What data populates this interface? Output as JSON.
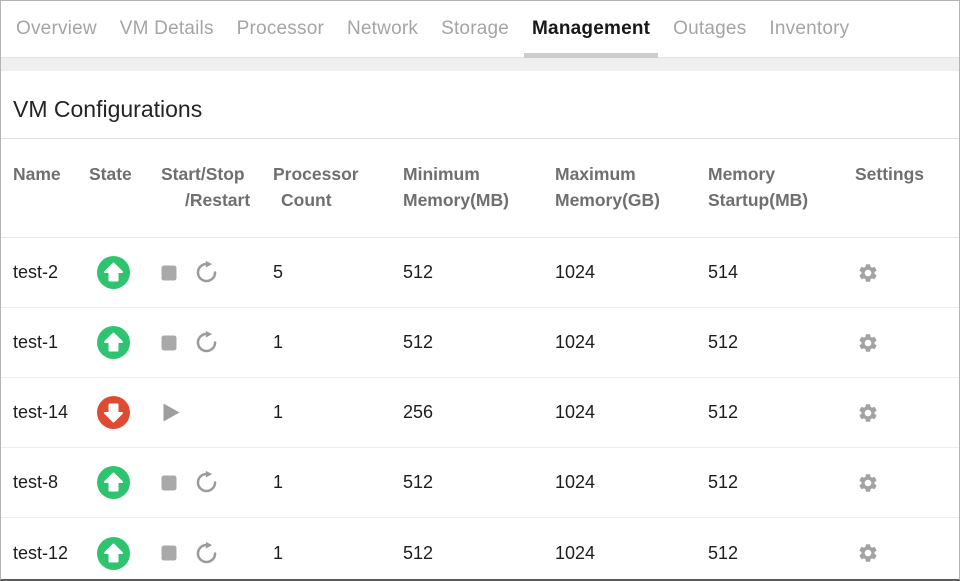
{
  "tabs": {
    "items": [
      {
        "label": "Overview",
        "active": false
      },
      {
        "label": "VM Details",
        "active": false
      },
      {
        "label": "Processor",
        "active": false
      },
      {
        "label": "Network",
        "active": false
      },
      {
        "label": "Storage",
        "active": false
      },
      {
        "label": "Management",
        "active": true
      },
      {
        "label": "Outages",
        "active": false
      },
      {
        "label": "Inventory",
        "active": false
      }
    ]
  },
  "section": {
    "title": "VM Configurations"
  },
  "table": {
    "headers": [
      {
        "line1": "Name",
        "line2": ""
      },
      {
        "line1": "State",
        "line2": ""
      },
      {
        "line1": "Start/Stop",
        "line2": "/Restart"
      },
      {
        "line1": "Processor",
        "line2": "Count"
      },
      {
        "line1": "Minimum",
        "line2": "Memory(MB)"
      },
      {
        "line1": "Maximum",
        "line2": "Memory(GB)"
      },
      {
        "line1": "Memory",
        "line2": "Startup(MB)"
      },
      {
        "line1": "Settings",
        "line2": ""
      }
    ],
    "rows": [
      {
        "name": "test-2",
        "state": "up",
        "controls": [
          "stop",
          "restart"
        ],
        "processor_count": "5",
        "min_memory_mb": "512",
        "max_memory_gb": "1024",
        "memory_startup_mb": "514"
      },
      {
        "name": "test-1",
        "state": "up",
        "controls": [
          "stop",
          "restart"
        ],
        "processor_count": "1",
        "min_memory_mb": "512",
        "max_memory_gb": "1024",
        "memory_startup_mb": "512"
      },
      {
        "name": "test-14",
        "state": "down",
        "controls": [
          "start"
        ],
        "processor_count": "1",
        "min_memory_mb": "256",
        "max_memory_gb": "1024",
        "memory_startup_mb": "512"
      },
      {
        "name": "test-8",
        "state": "up",
        "controls": [
          "stop",
          "restart"
        ],
        "processor_count": "1",
        "min_memory_mb": "512",
        "max_memory_gb": "1024",
        "memory_startup_mb": "512"
      },
      {
        "name": "test-12",
        "state": "up",
        "controls": [
          "stop",
          "restart"
        ],
        "processor_count": "1",
        "min_memory_mb": "512",
        "max_memory_gb": "1024",
        "memory_startup_mb": "512"
      }
    ]
  },
  "colors": {
    "state_up": "#2ec46f",
    "state_down": "#df4b32",
    "control_gray": "#a9a9a9",
    "restart_gray": "#9b9b9b",
    "play_gray": "#9e9e9e",
    "gear_gray": "#a3a3a3",
    "active_tab_underline": "#cdcdcd"
  },
  "icons": {
    "state_up": "arrow-up-circle-icon",
    "state_down": "arrow-down-circle-icon",
    "stop": "stop-icon",
    "start": "play-icon",
    "restart": "restart-icon",
    "settings": "gear-icon"
  }
}
